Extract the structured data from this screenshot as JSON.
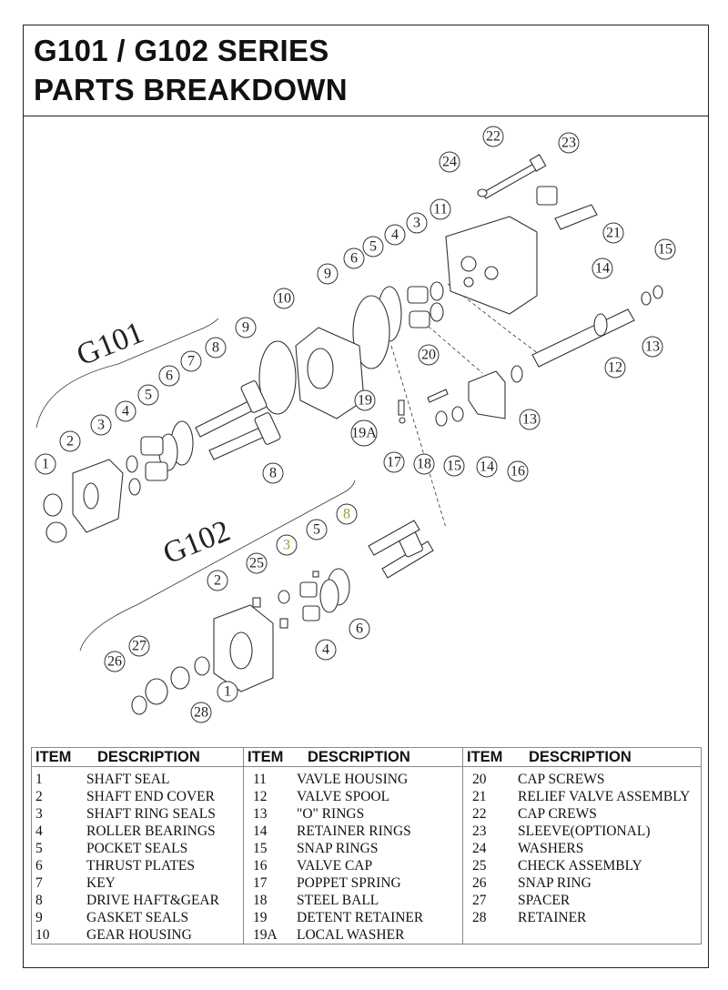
{
  "title": {
    "line1": "G101 / G102  SERIES",
    "line2": "PARTS BREAKDOWN"
  },
  "diagram": {
    "series_labels": [
      "G101",
      "G102"
    ],
    "callouts": [
      "22",
      "23",
      "24",
      "21",
      "11",
      "3",
      "4",
      "5",
      "6",
      "9",
      "10",
      "15",
      "14",
      "13",
      "12",
      "13",
      "16",
      "14",
      "15",
      "18",
      "17",
      "19",
      "19A",
      "20",
      "9",
      "8",
      "7",
      "6",
      "5",
      "4",
      "3",
      "2",
      "1",
      "8",
      "8",
      "5",
      "3",
      "25",
      "2",
      "6",
      "4",
      "27",
      "26",
      "1",
      "28"
    ]
  },
  "table": {
    "headers": {
      "item": "ITEM",
      "description": "DESCRIPTION"
    },
    "columns": [
      [
        [
          "1",
          "SHAFT SEAL"
        ],
        [
          "2",
          "SHAFT END COVER"
        ],
        [
          "3",
          "SHAFT RING SEALS"
        ],
        [
          "4",
          "ROLLER BEARINGS"
        ],
        [
          "5",
          "POCKET SEALS"
        ],
        [
          "6",
          "THRUST PLATES"
        ],
        [
          "7",
          "KEY"
        ],
        [
          "8",
          "DRIVE HAFT&GEAR"
        ],
        [
          "9",
          "GASKET SEALS"
        ],
        [
          "10",
          "GEAR HOUSING"
        ]
      ],
      [
        [
          "11",
          "VAVLE HOUSING"
        ],
        [
          "12",
          "VALVE SPOOL"
        ],
        [
          "13",
          "\"O\" RINGS"
        ],
        [
          "14",
          "RETAINER RINGS"
        ],
        [
          "15",
          "SNAP RINGS"
        ],
        [
          "16",
          "VALVE CAP"
        ],
        [
          "17",
          "POPPET SPRING"
        ],
        [
          "18",
          "STEEL BALL"
        ],
        [
          "19",
          "DETENT RETAINER"
        ],
        [
          "19A",
          "LOCAL WASHER"
        ]
      ],
      [
        [
          "20",
          "CAP SCREWS"
        ],
        [
          "21",
          "RELIEF VALVE ASSEMBLY"
        ],
        [
          "22",
          "CAP CREWS"
        ],
        [
          "23",
          "SLEEVE(OPTIONAL)"
        ],
        [
          "24",
          "WASHERS"
        ],
        [
          "25",
          "CHECK ASSEMBLY"
        ],
        [
          "26",
          "SNAP RING"
        ],
        [
          "27",
          "SPACER"
        ],
        [
          "28",
          "RETAINER"
        ],
        [
          "",
          ""
        ]
      ]
    ]
  }
}
